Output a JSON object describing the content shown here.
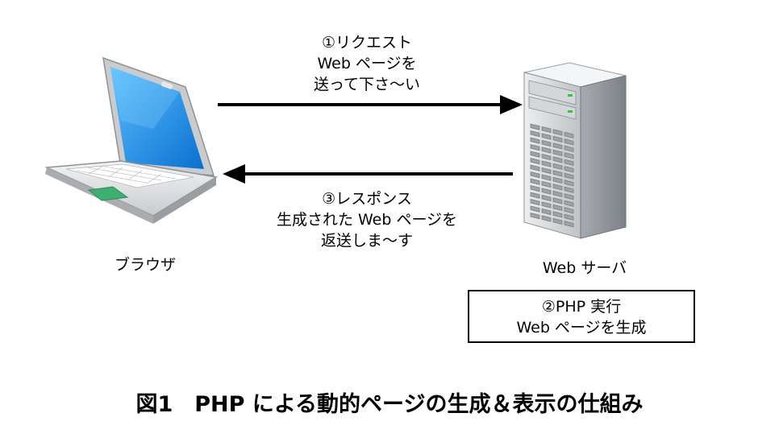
{
  "request": {
    "line1": "①リクエスト",
    "line2": "Web ページを",
    "line3": "送って下さ～い"
  },
  "response": {
    "line1": "③レスポンス",
    "line2": "生成された Web ページを",
    "line3": "返送しま～す"
  },
  "browser": {
    "label": "ブラウザ",
    "icon": "laptop-icon"
  },
  "server": {
    "label": "Web サーバ",
    "icon": "server-tower-icon"
  },
  "php_box": {
    "line1": "②PHP 実行",
    "line2": "Web ページを生成"
  },
  "caption": "図1　PHP による動的ページの生成＆表示の仕組み",
  "colors": {
    "screen": "#1e90e8",
    "touchpad": "#3fae72",
    "server_body": "#d8dadc",
    "led": "#35c24a"
  }
}
